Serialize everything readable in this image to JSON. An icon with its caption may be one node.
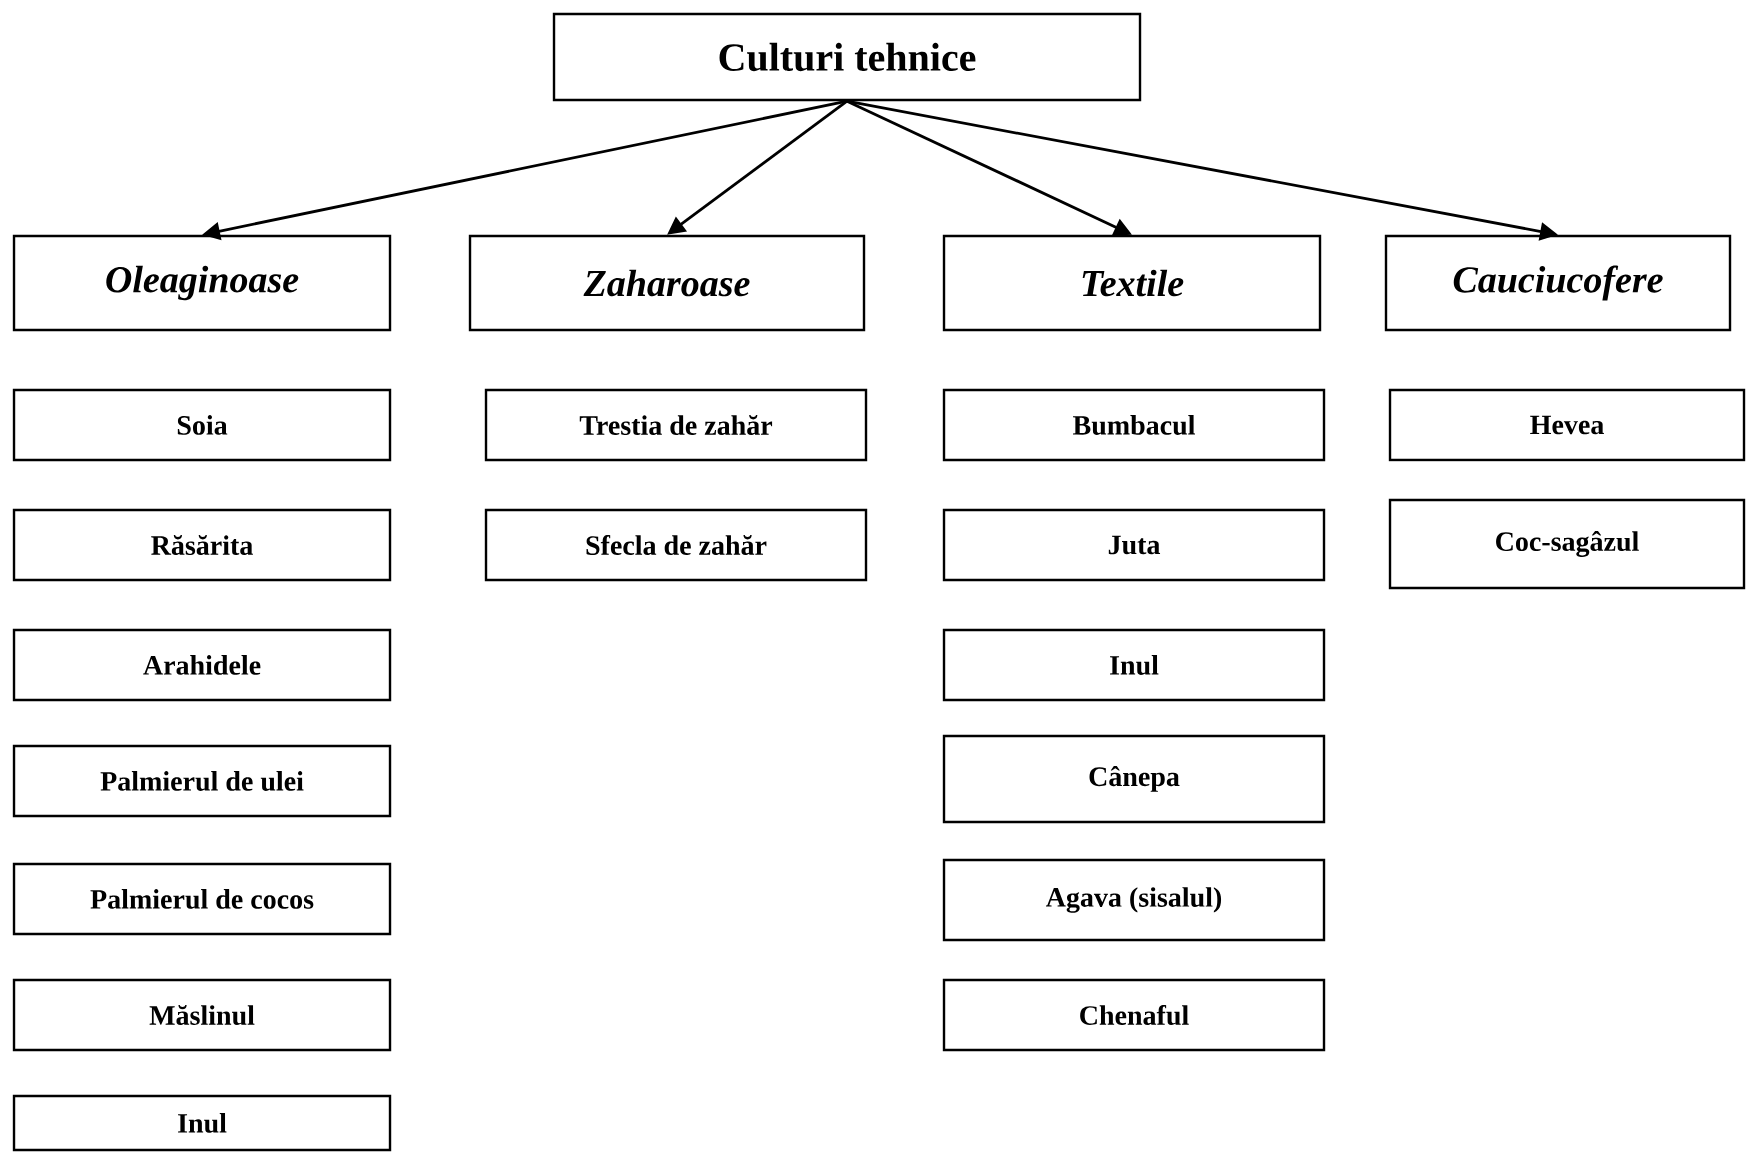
{
  "diagram": {
    "nodes": [
      {
        "text": [
          "Culturi tehnice"
        ]
      },
      {
        "text": [
          "Oleaginoase"
        ]
      },
      {
        "text": [
          "Zaharoase"
        ]
      },
      {
        "text": [
          "Textile"
        ]
      },
      {
        "text": [
          "Cauciucofere"
        ]
      },
      {
        "text": [
          "Soia"
        ]
      },
      {
        "text": [
          "Răsărita"
        ]
      },
      {
        "text": [
          "Arahidele"
        ]
      },
      {
        "text": [
          "Palmierul de ulei"
        ]
      },
      {
        "text": [
          "Palmierul de cocos"
        ]
      },
      {
        "text": [
          "Măslinul"
        ]
      },
      {
        "text": [
          "Inul"
        ]
      },
      {
        "text": [
          "Trestia de zahăr"
        ]
      },
      {
        "text": [
          "Sfecla de zahăr"
        ]
      },
      {
        "text": [
          "Bumbacul"
        ]
      },
      {
        "text": [
          "Juta"
        ]
      },
      {
        "text": [
          "Inul"
        ]
      },
      {
        "text": [
          "Cânepa"
        ]
      },
      {
        "text": [
          "Agava (sisalul)"
        ]
      },
      {
        "text": [
          "Chenaful"
        ]
      },
      {
        "text": [
          "Hevea"
        ]
      },
      {
        "text": [
          "Coc-sagâzul"
        ]
      }
    ],
    "edges": [
      {
        "from": 0,
        "to": 1,
        "arrow": "to"
      },
      {
        "from": 0,
        "to": 2,
        "arrow": "to"
      },
      {
        "from": 0,
        "to": 3,
        "arrow": "to"
      },
      {
        "from": 0,
        "to": 4,
        "arrow": "to"
      }
    ]
  }
}
